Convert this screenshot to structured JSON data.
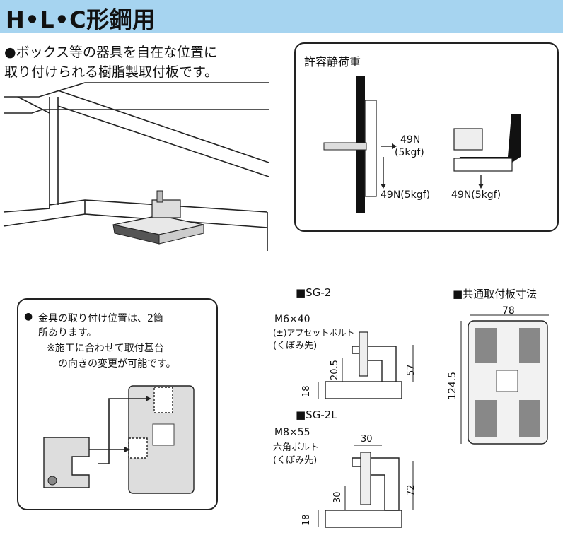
{
  "header": {
    "title": "H•L•C形鋼用"
  },
  "intro": {
    "line1": "●ボックス等の器具を自在な位置に",
    "line2": "取り付けられる樹脂製取付板です。"
  },
  "load_panel": {
    "title": "許容静荷重",
    "side_load_n": "49N",
    "side_load_kgf": "(5kgf)",
    "down_load_left": "49N(5kgf)",
    "down_load_right": "49N(5kgf)"
  },
  "note_panel": {
    "bullet": "●",
    "line1": "金具の取り付け位置は、2箇",
    "line2": "所あります。",
    "line3": "※施工に合わせて取付基台",
    "line4": "の向きの変更が可能です。"
  },
  "sg2": {
    "heading": "■SG-2",
    "bolt_size": "M6×40",
    "bolt_type": "(±)アプセットボルト",
    "bolt_tip": "(くぼみ先)",
    "dim_bolt": "20.5",
    "dim_height": "57",
    "dim_base": "18"
  },
  "sg2l": {
    "heading": "■SG-2L",
    "bolt_size": "M8×55",
    "bolt_type": "六角ボルト",
    "bolt_tip": "(くぼみ先)",
    "dim_width": "30",
    "dim_bolt": "30",
    "dim_height": "72",
    "dim_base": "18"
  },
  "plate_dims": {
    "heading": "■共通取付板寸法",
    "width": "78",
    "height": "124.5"
  }
}
